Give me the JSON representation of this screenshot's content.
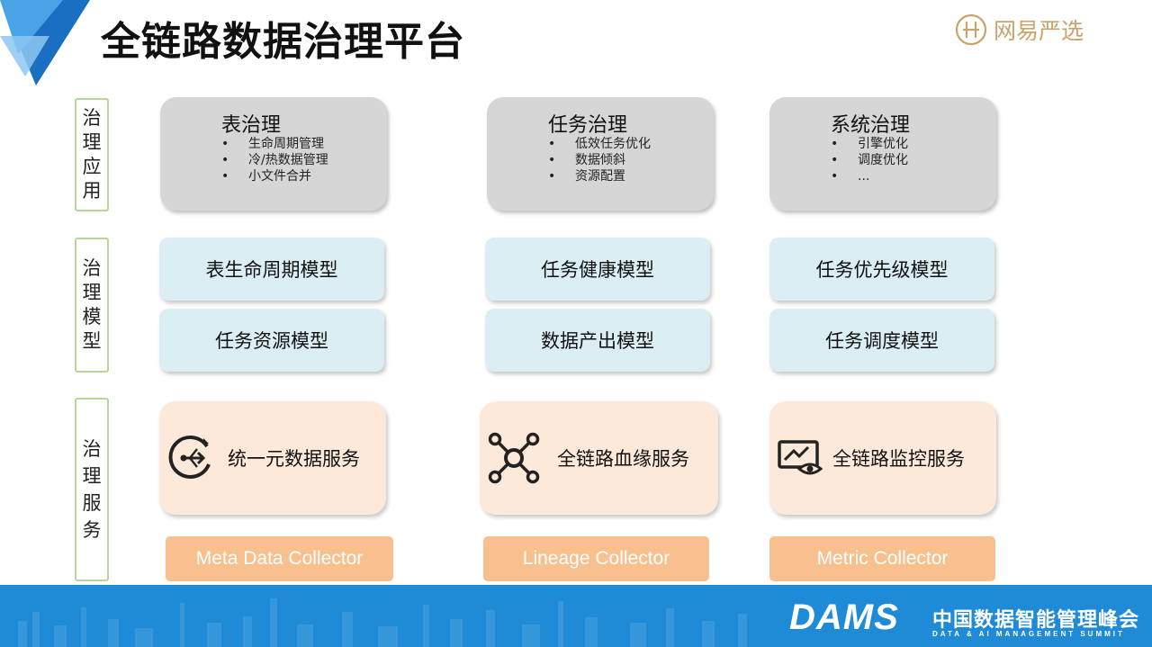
{
  "title": "全链路数据治理平台",
  "logo": {
    "text": "网易严选"
  },
  "side_labels": [
    "治理应用",
    "治理模型",
    "治理服务"
  ],
  "applications": [
    {
      "title": "表治理",
      "items": [
        "生命周期管理",
        "冷/热数据管理",
        "小文件合并"
      ]
    },
    {
      "title": "任务治理",
      "items": [
        "低效任务优化",
        "数据倾斜",
        "资源配置"
      ]
    },
    {
      "title": "系统治理",
      "items": [
        "引擎优化",
        "调度优化",
        "..."
      ]
    }
  ],
  "models": [
    "表生命周期模型",
    "任务健康模型",
    "任务优先级模型",
    "任务资源模型",
    "数据产出模型",
    "任务调度模型"
  ],
  "services": [
    {
      "label": "统一元数据服务",
      "icon": "metadata-export-icon"
    },
    {
      "label": "全链路血缘服务",
      "icon": "lineage-network-icon"
    },
    {
      "label": "全链路监控服务",
      "icon": "monitor-eye-icon"
    }
  ],
  "collectors": [
    "Meta Data Collector",
    "Lineage Collector",
    "Metric Collector"
  ],
  "footer": {
    "brand": "DAMS",
    "brand_cn": "中国数据智能管理峰会",
    "brand_en": "DATA & AI MANAGEMENT SUMMIT"
  },
  "colors": {
    "app_box": "#d6d6d6",
    "model_box": "#dbeef3",
    "service_box": "#fde9d9",
    "collector": "#f9c08f",
    "side_border": "#b8d59a",
    "footer": "#1f8ad6",
    "logo": "#c9a36a"
  }
}
